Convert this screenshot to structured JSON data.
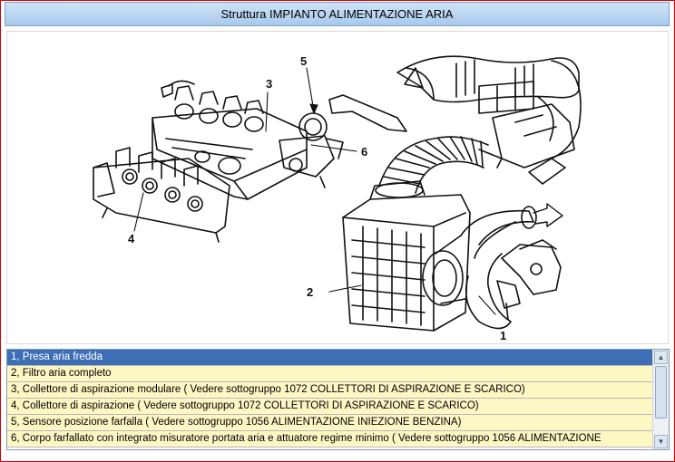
{
  "window": {
    "title": "Struttura IMPIANTO ALIMENTAZIONE ARIA"
  },
  "diagram": {
    "callouts": [
      "1",
      "2",
      "3",
      "4",
      "5",
      "6"
    ]
  },
  "list": {
    "items": [
      "1, Presa aria fredda",
      "2, Filtro aria completo",
      "3, Collettore di aspirazione modulare ( Vedere sottogruppo 1072 COLLETTORI DI ASPIRAZIONE E SCARICO)",
      "4, Collettore di aspirazione ( Vedere sottogruppo 1072 COLLETTORI DI ASPIRAZIONE E SCARICO)",
      "5, Sensore posizione farfalla ( Vedere sottogruppo 1056 ALIMENTAZIONE INIEZIONE BENZINA)",
      "6, Corpo farfallato con integrato misuratore portata aria e attuatore regime minimo ( Vedere sottogruppo 1056 ALIMENTAZIONE"
    ],
    "selected_index": 0
  },
  "icons": {
    "scroll_up": "chevron-up-icon",
    "scroll_down": "chevron-down-icon"
  }
}
